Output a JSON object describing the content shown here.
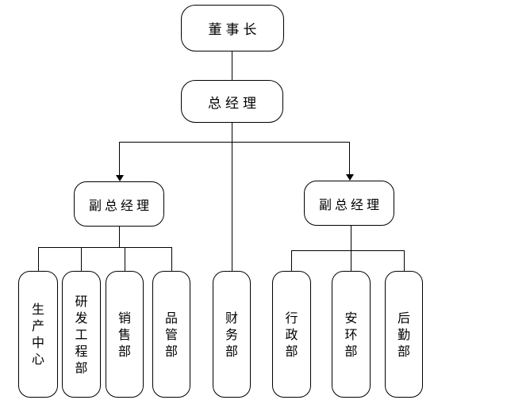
{
  "org_chart": {
    "nodes": {
      "chairman": {
        "label": "董事长"
      },
      "general_manager": {
        "label": "总经理"
      },
      "deputy_gm_left": {
        "label": "副总经理"
      },
      "deputy_gm_right": {
        "label": "副总经理"
      },
      "production_center": {
        "label": "生产中心"
      },
      "rd_engineering": {
        "label": "研发工程部"
      },
      "sales": {
        "label": "销售部"
      },
      "quality": {
        "label": "品管部"
      },
      "finance": {
        "label": "财务部"
      },
      "administration": {
        "label": "行政部"
      },
      "safety_environment": {
        "label": "安环部"
      },
      "logistics": {
        "label": "后勤部"
      }
    },
    "edges": [
      {
        "from": "chairman",
        "to": "general_manager",
        "arrow": false
      },
      {
        "from": "general_manager",
        "to": "deputy_gm_left",
        "arrow": true
      },
      {
        "from": "general_manager",
        "to": "deputy_gm_right",
        "arrow": true
      },
      {
        "from": "general_manager",
        "to": "finance",
        "arrow": false
      },
      {
        "from": "deputy_gm_left",
        "to": "production_center",
        "arrow": false
      },
      {
        "from": "deputy_gm_left",
        "to": "rd_engineering",
        "arrow": false
      },
      {
        "from": "deputy_gm_left",
        "to": "sales",
        "arrow": false
      },
      {
        "from": "deputy_gm_left",
        "to": "quality",
        "arrow": false
      },
      {
        "from": "deputy_gm_right",
        "to": "administration",
        "arrow": false
      },
      {
        "from": "deputy_gm_right",
        "to": "safety_environment",
        "arrow": false
      },
      {
        "from": "deputy_gm_right",
        "to": "logistics",
        "arrow": false
      }
    ],
    "colors": {
      "background": "#ffffff",
      "border": "#000000",
      "line": "#000000",
      "text": "#000000"
    }
  }
}
